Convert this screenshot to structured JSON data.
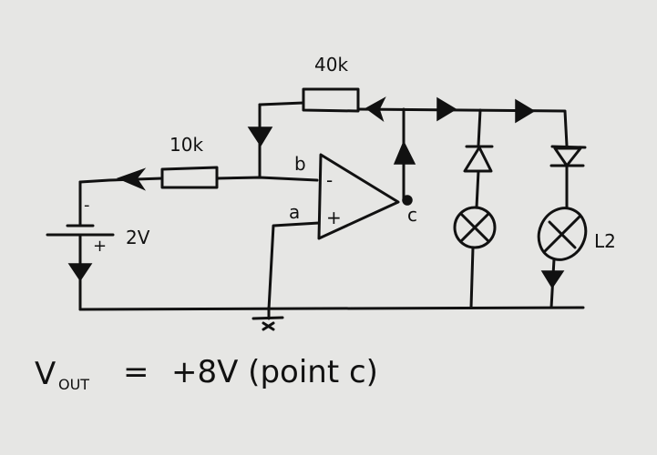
{
  "diagram": {
    "type": "circuit",
    "style": "hand-drawn",
    "components": {
      "resistor_feedback": {
        "label": "40k"
      },
      "resistor_input": {
        "label": "10k"
      },
      "battery": {
        "label": "2V",
        "neg_sign": "-",
        "pos_sign": "+"
      },
      "opamp": {
        "inverting_sign": "-",
        "noninverting_sign": "+",
        "node_b": "b",
        "node_a": "a",
        "node_c": "c"
      },
      "lamp_1": {
        "label": ""
      },
      "lamp_2": {
        "label": "L2"
      }
    },
    "equation": {
      "lhs": "V",
      "lhs_sub": "OUT",
      "operator": "=",
      "rhs": "+8V (point c)"
    },
    "colors": {
      "ink": "#111111",
      "paper": "#e6e6e4"
    }
  }
}
